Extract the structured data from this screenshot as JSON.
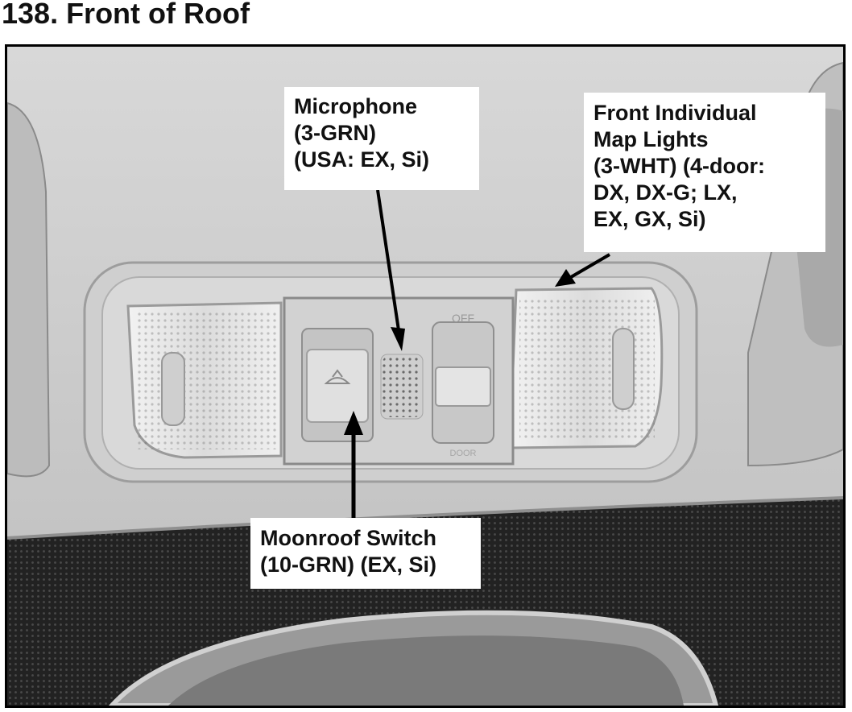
{
  "figure": {
    "title": "138. Front of Roof"
  },
  "callouts": {
    "microphone": [
      "Microphone",
      "(3-GRN)",
      "(USA: EX, Si)"
    ],
    "map_lights": [
      "Front Individual",
      "Map Lights",
      "(3-WHT) (4-door:",
      "DX, DX-G; LX,",
      "EX, GX, Si)"
    ],
    "moonroof_switch": [
      "Moonroof Switch",
      "(10-GRN) (EX, Si)"
    ]
  },
  "panel_labels": {
    "switch_top": "OFF",
    "switch_bottom": "DOOR"
  },
  "colors": {
    "frame_border": "#000000",
    "headliner": "#c9c9c9",
    "console": "#d6d6d6",
    "lens": "#e6e6e6",
    "windshield": "#2a2a2a",
    "arrow": "#000000"
  }
}
